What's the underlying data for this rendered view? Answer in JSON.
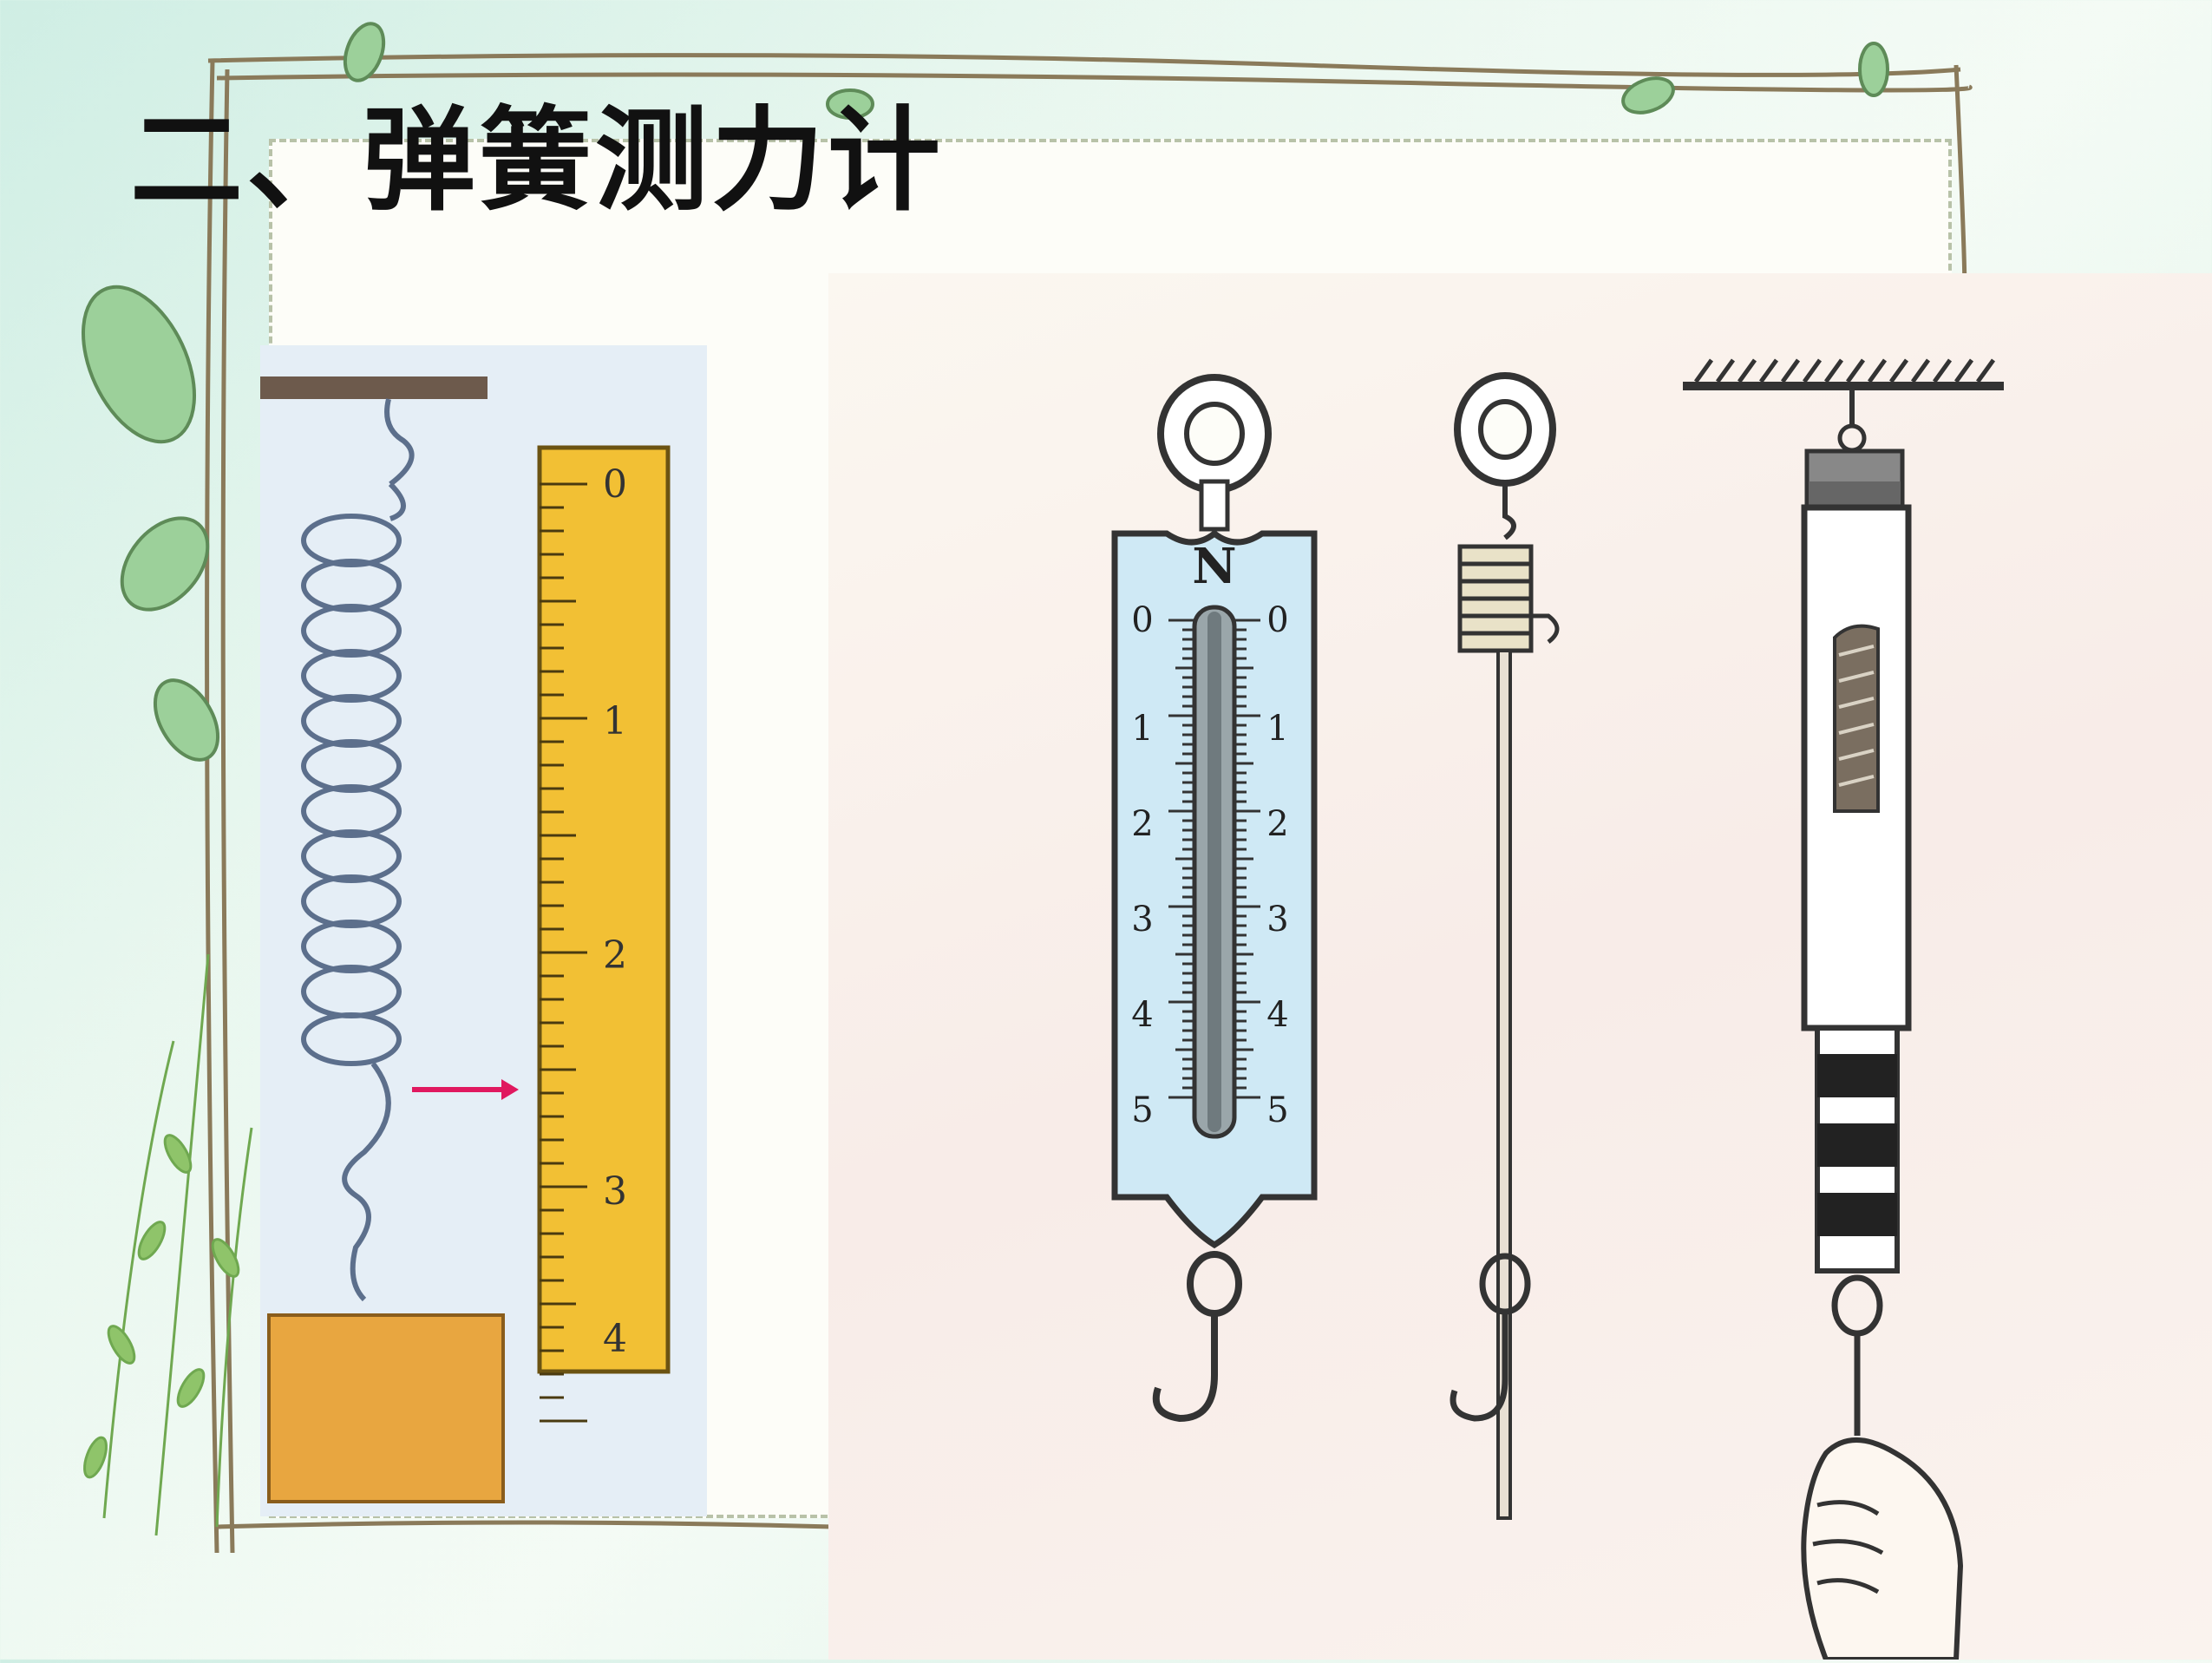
{
  "slide": {
    "title": "二、弹簧测力计"
  },
  "ruler": {
    "labels": [
      "0",
      "1",
      "2",
      "3",
      "4"
    ]
  },
  "dial_meter": {
    "unit": "N",
    "labels": [
      "0",
      "1",
      "2",
      "3",
      "4",
      "5"
    ]
  },
  "colors": {
    "ruler_fill": "#f2c034",
    "weight_fill": "#e8a640",
    "meter_face": "#cfe9f5",
    "arrow": "#e0185f",
    "title": "#111111"
  }
}
